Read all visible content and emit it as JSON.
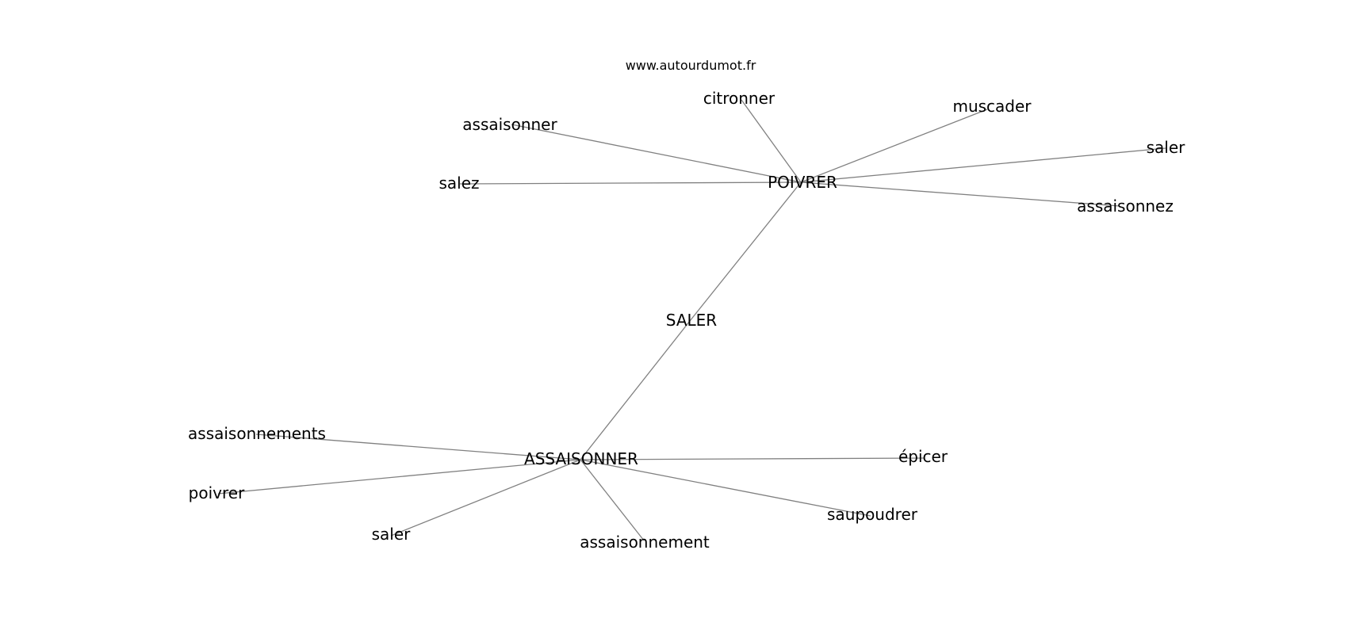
{
  "watermark": "www.autourdumot.fr",
  "hubs": [
    {
      "id": "poivrer",
      "label": "POIVRER"
    },
    {
      "id": "saler_center",
      "label": "SALER"
    },
    {
      "id": "assaisonner_hub",
      "label": "ASSAISONNER"
    }
  ],
  "leaves": [
    {
      "id": "citronner",
      "label": "citronner",
      "hub": "poivrer"
    },
    {
      "id": "muscader",
      "label": "muscader",
      "hub": "poivrer"
    },
    {
      "id": "assaisonner_top",
      "label": "assaisonner",
      "hub": "poivrer"
    },
    {
      "id": "saler_right",
      "label": "saler",
      "hub": "poivrer"
    },
    {
      "id": "salez",
      "label": "salez",
      "hub": "poivrer"
    },
    {
      "id": "assaisonnez",
      "label": "assaisonnez",
      "hub": "poivrer"
    },
    {
      "id": "assaisonnements",
      "label": "assaisonnements",
      "hub": "assaisonner_hub"
    },
    {
      "id": "poivrer_leaf",
      "label": "poivrer",
      "hub": "assaisonner_hub"
    },
    {
      "id": "saler_left",
      "label": "saler",
      "hub": "assaisonner_hub"
    },
    {
      "id": "assaisonnement",
      "label": "assaisonnement",
      "hub": "assaisonner_hub"
    },
    {
      "id": "saupoudrer",
      "label": "saupoudrer",
      "hub": "assaisonner_hub"
    },
    {
      "id": "epicer",
      "label": "épicer",
      "hub": "assaisonner_hub"
    }
  ]
}
